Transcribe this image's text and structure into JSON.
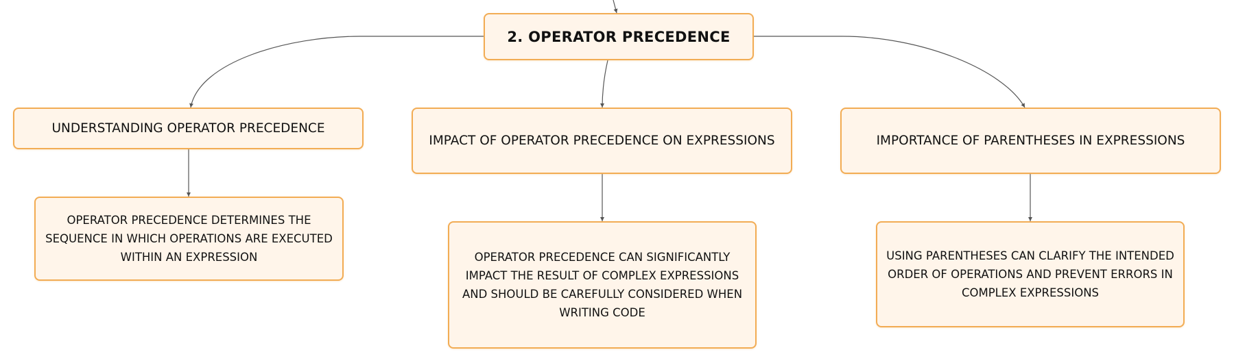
{
  "diagram": {
    "root": {
      "label": "2. OPERATOR PRECEDENCE"
    },
    "branches": [
      {
        "label": "UNDERSTANDING OPERATOR PRECEDENCE",
        "detail": "OPERATOR PRECEDENCE DETERMINES THE SEQUENCE IN WHICH OPERATIONS ARE EXECUTED WITHIN AN EXPRESSION"
      },
      {
        "label": "IMPACT OF OPERATOR PRECEDENCE ON EXPRESSIONS",
        "detail": "OPERATOR PRECEDENCE CAN SIGNIFICANTLY IMPACT THE RESULT OF COMPLEX EXPRESSIONS AND SHOULD BE CAREFULLY CONSIDERED WHEN WRITING CODE"
      },
      {
        "label": "IMPORTANCE OF PARENTHESES IN EXPRESSIONS",
        "detail": "USING PARENTHESES CAN CLARIFY THE INTENDED ORDER OF OPERATIONS AND PREVENT ERRORS IN COMPLEX EXPRESSIONS"
      }
    ]
  },
  "colors": {
    "node_fill": "#fff5ea",
    "node_border": "#f2ac54",
    "connector": "#555555",
    "text": "#111111"
  }
}
